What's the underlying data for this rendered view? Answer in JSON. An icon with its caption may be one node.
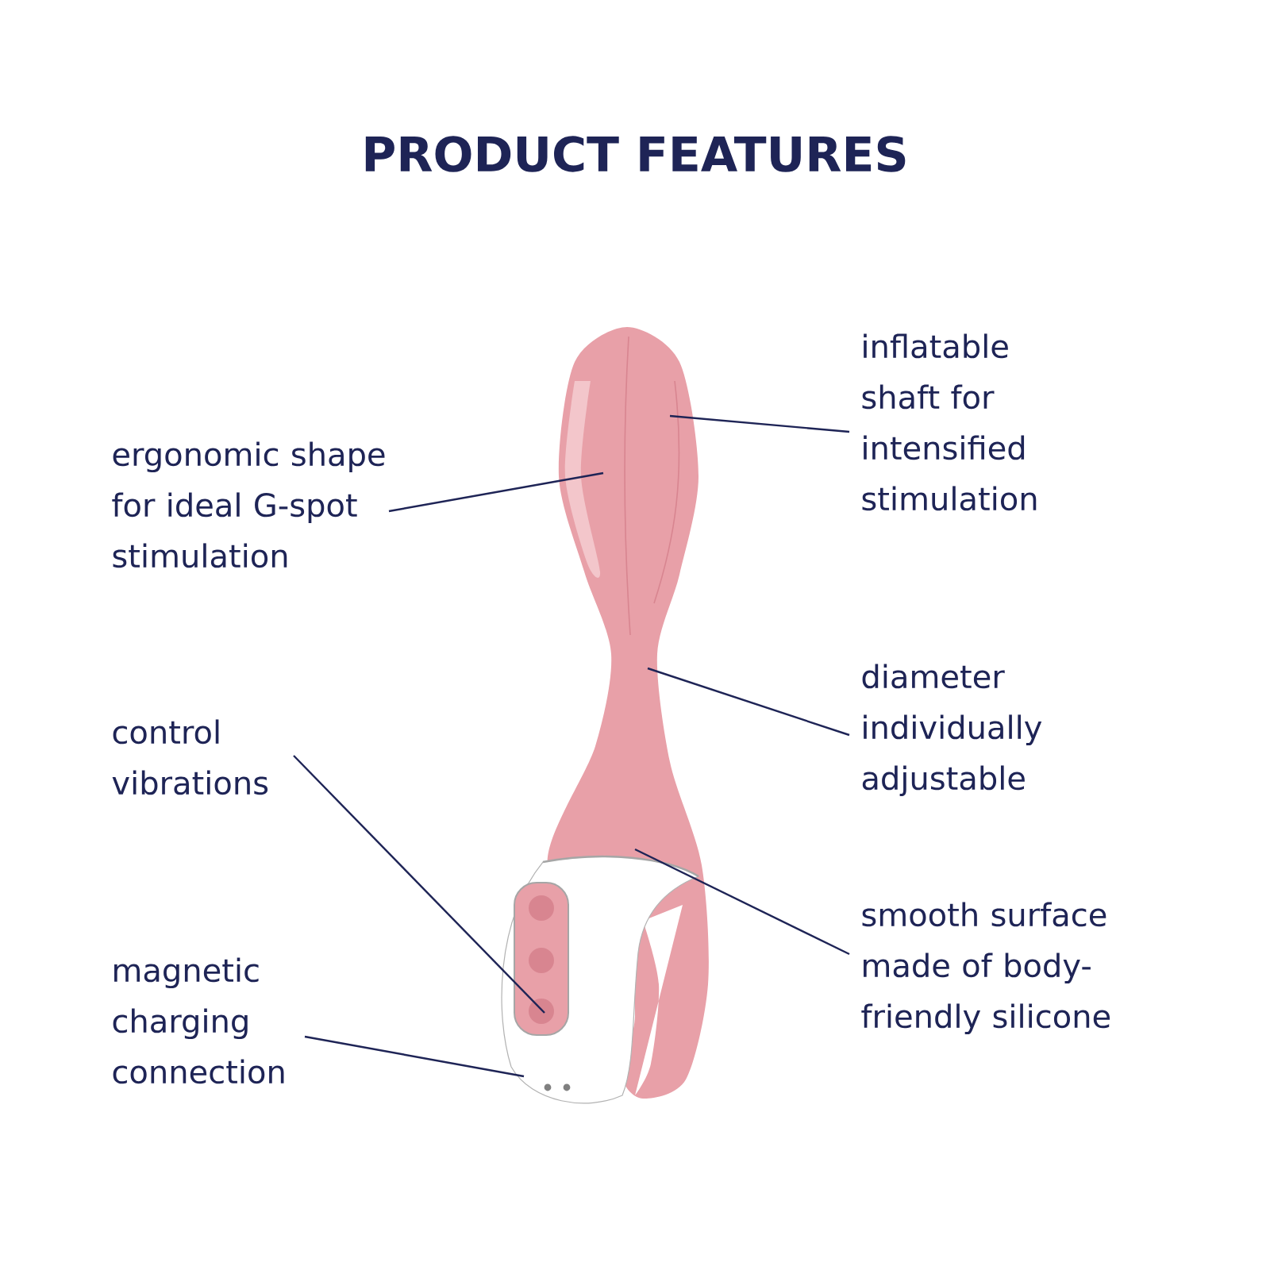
{
  "diagram": {
    "title": "PRODUCT FEATURES",
    "nodes": [
      {
        "text": [
          "ergonomic shape for ideal G-spot stimulation"
        ]
      },
      {
        "text": [
          "control vibrations"
        ]
      },
      {
        "text": [
          "magnetic charging connection"
        ]
      },
      {
        "text": [
          "inflatable shaft for intensified stimulation"
        ]
      },
      {
        "text": [
          "diameter individually adjustable"
        ]
      },
      {
        "text": [
          "smooth surface made of body-friendly silicone"
        ]
      }
    ],
    "edges": [
      {
        "from": 0,
        "to": null,
        "arrow": "none"
      },
      {
        "from": 1,
        "to": null,
        "arrow": "none"
      },
      {
        "from": 2,
        "to": null,
        "arrow": "none"
      },
      {
        "from": 3,
        "to": null,
        "arrow": "none"
      },
      {
        "from": 4,
        "to": null,
        "arrow": "none"
      },
      {
        "from": 5,
        "to": null,
        "arrow": "none"
      }
    ]
  }
}
